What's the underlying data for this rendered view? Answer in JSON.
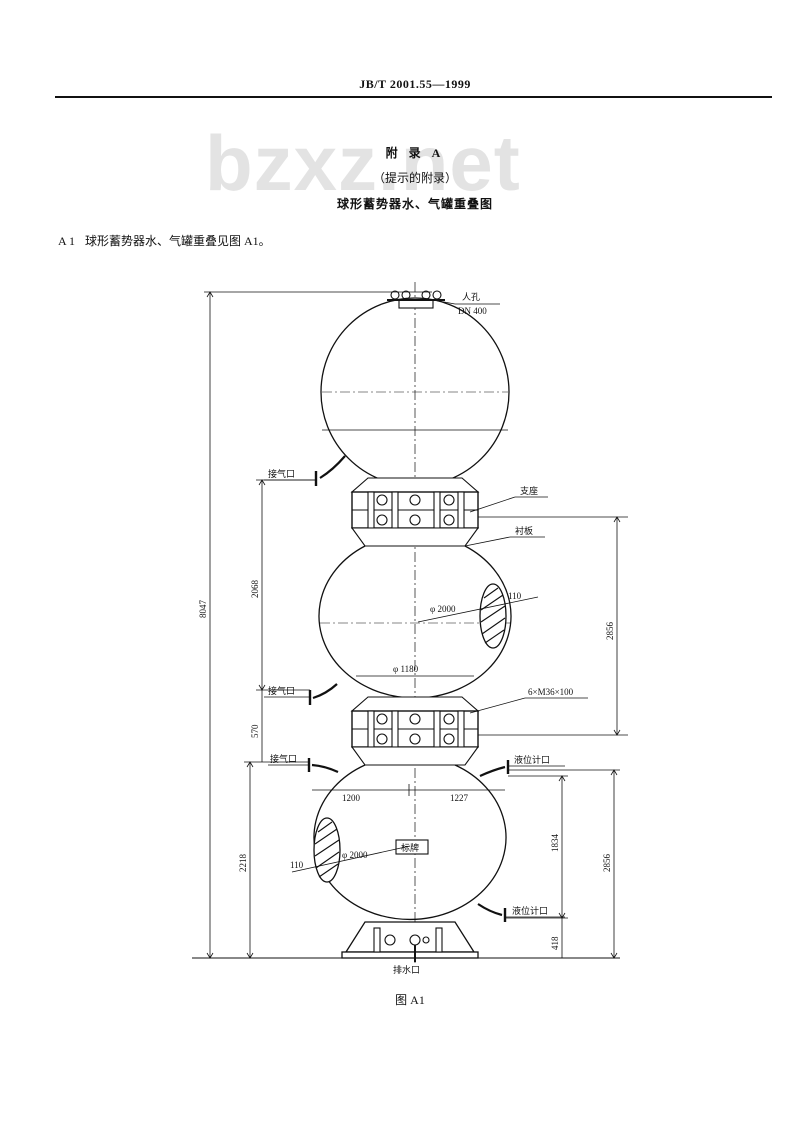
{
  "header": {
    "code": "JB/T 2001.55—1999"
  },
  "watermark": "bzxz.net",
  "appendix": {
    "label": "附 录 A",
    "note": "（提示的附录）",
    "title": "球形蓄势器水、气罐重叠图"
  },
  "body": {
    "clause": "A 1",
    "text": "球形蓄势器水、气罐重叠见图 A1。"
  },
  "drawing": {
    "manhole": "人孔",
    "manhole_size": "DN 400",
    "gas_inlet_top": "接气口",
    "support": "支座",
    "liner": "衬板",
    "dim_total": "8047",
    "dim_2068": "2068",
    "dim_570": "570",
    "dim_2218": "2218",
    "dim_2856_upper": "2856",
    "dim_2856_lower": "2856",
    "dim_1834": "1834",
    "dim_418": "418",
    "dia_mid": "φ 2000",
    "manway_mid": "110",
    "dia_joint": "φ 1180",
    "gas_inlet_mid": "接气口",
    "bolts": "6×M36×100",
    "gas_inlet_low": "接气口",
    "level_upper": "液位计口",
    "dim_1200": "1200",
    "dim_1227": "1227",
    "dia_low": "φ 2000",
    "nameplate": "标牌",
    "manway_low": "110",
    "level_lower": "液位计口",
    "drain": "排水口"
  },
  "caption": "图 A1"
}
